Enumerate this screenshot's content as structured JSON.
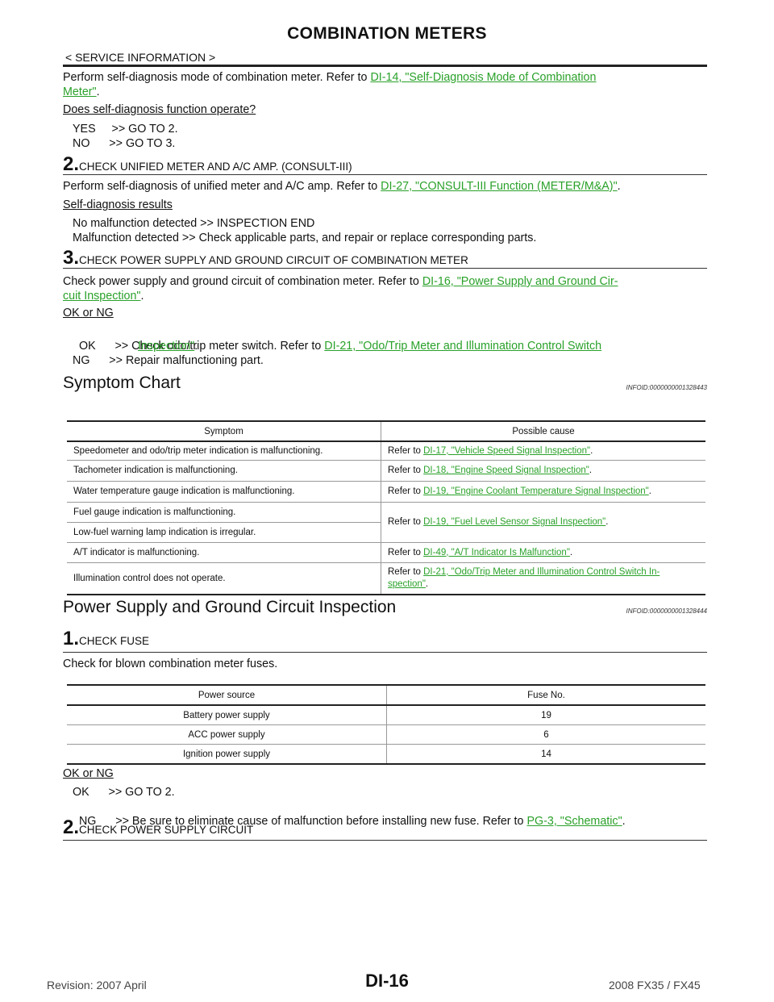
{
  "header": {
    "title": "COMBINATION METERS",
    "section": "< SERVICE INFORMATION >"
  },
  "intro": {
    "text": "Perform self-diagnosis mode of combination meter. Refer to ",
    "link_a": "DI-14, \"Self-Diagnosis Mode of Combination",
    "link_b": "Meter\"",
    "question": "Does self-diagnosis function operate?",
    "yes": "YES     >> GO TO 2.",
    "no": "NO      >> GO TO 3."
  },
  "step2": {
    "num": "2.",
    "title": "CHECK UNIFIED METER AND A/C AMP. (CONSULT-III)",
    "text": "Perform self-diagnosis of unified meter and A/C amp. Refer to ",
    "link": "DI-27, \"CONSULT-III Function (METER/M&A)\"",
    "results": "Self-diagnosis results",
    "r1": "No malfunction detected >> INSPECTION END",
    "r2": "Malfunction detected >> Check applicable parts, and repair or replace corresponding parts."
  },
  "step3": {
    "num": "3.",
    "title": "CHECK POWER SUPPLY AND GROUND CIRCUIT OF COMBINATION METER",
    "text": "Check power supply and ground circuit of combination meter. Refer to ",
    "link_a": "DI-16, \"Power Supply and Ground Cir-",
    "link_b": "cuit Inspection\"",
    "okng": "OK or NG",
    "ok_lead": "OK      >> Check odo/trip meter switch. Refer to ",
    "ok_link_a": "DI-21, \"Odo/Trip Meter and Illumination Control Switch",
    "ok_link_b": "Inspection\"",
    "ng": "NG      >> Repair malfunctioning part."
  },
  "symptom_chart": {
    "title": "Symptom Chart",
    "infoid": "INFOID:0000000001328443",
    "headers": [
      "Symptom",
      "Possible cause"
    ],
    "rows": [
      {
        "symptom": "Speedometer and odo/trip meter indication is malfunctioning.",
        "lead": "Refer to ",
        "link": "DI-17, \"Vehicle Speed Signal Inspection\""
      },
      {
        "symptom": "Tachometer indication is malfunctioning.",
        "lead": "Refer to ",
        "link": "DI-18, \"Engine Speed Signal Inspection\""
      },
      {
        "symptom": "Water temperature gauge indication is malfunctioning.",
        "lead": "Refer to ",
        "link": "DI-19, \"Engine Coolant Temperature Signal Inspection\""
      },
      {
        "symptom": "Fuel gauge indication is malfunctioning.",
        "lead": "Refer to ",
        "link": "DI-19, \"Fuel Level Sensor Signal Inspection\""
      },
      {
        "symptom": "Low-fuel warning lamp indication is irregular."
      },
      {
        "symptom": "A/T indicator is malfunctioning.",
        "lead": "Refer to ",
        "link": "DI-49, \"A/T Indicator Is Malfunction\""
      },
      {
        "symptom": "Illumination control does not operate.",
        "lead": "Refer to ",
        "link": "DI-21, \"Odo/Trip Meter and Illumination Control Switch In-",
        "link2": "spection\""
      }
    ]
  },
  "power_section": {
    "title": "Power Supply and Ground Circuit Inspection",
    "infoid": "INFOID:0000000001328444",
    "step1_num": "1.",
    "step1_title": "CHECK FUSE",
    "step1_text": "Check for blown combination meter fuses.",
    "headers": [
      "Power source",
      "Fuse No."
    ],
    "rows": [
      {
        "source": "Battery power supply",
        "fuse": "19"
      },
      {
        "source": "ACC power supply",
        "fuse": "6"
      },
      {
        "source": "Ignition power supply",
        "fuse": "14"
      }
    ],
    "okng": "OK or NG",
    "ok": "OK      >> GO TO 2.",
    "ng_lead": "NG      >> Be sure to eliminate cause of malfunction before installing new fuse. Refer to ",
    "ng_link": "PG-3, \"Schematic\"",
    "step2_num": "2.",
    "step2_title": "CHECK POWER SUPPLY CIRCUIT"
  },
  "footer": {
    "revision": "Revision: 2007 April",
    "page": "DI-16",
    "model": "2008 FX35 / FX45"
  }
}
